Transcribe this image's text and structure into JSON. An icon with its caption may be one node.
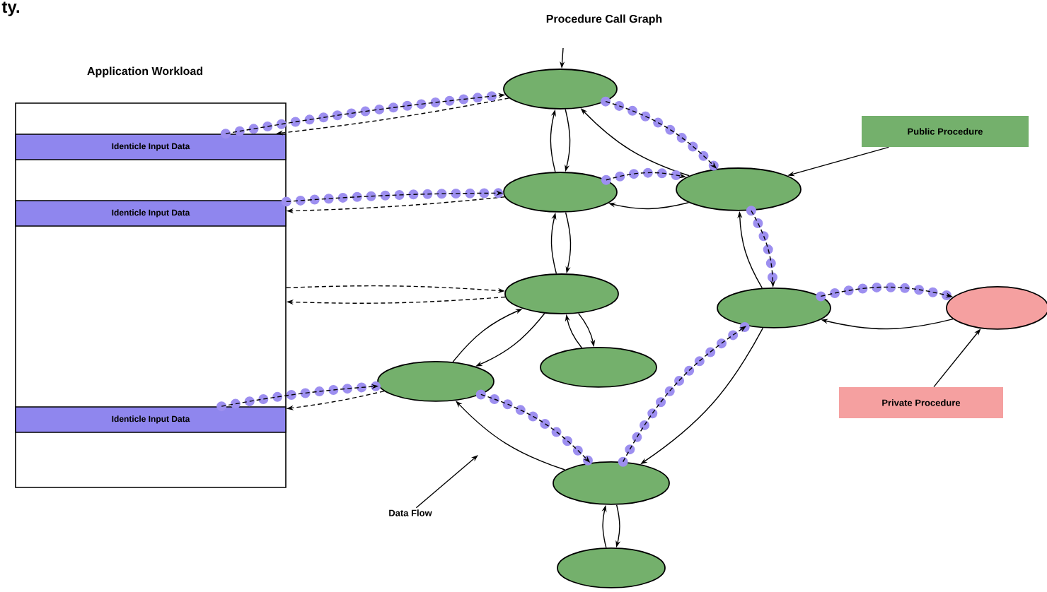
{
  "diagram": {
    "title": "Procedure Call Graph",
    "nodes": [
      {
        "text": [
          "Application Workload"
        ]
      },
      {
        "text": [
          "Identicle Input Data"
        ],
        "in": 0
      },
      {
        "text": [
          "Identicle Input Data"
        ],
        "in": 0
      },
      {
        "text": [
          "Identicle Input Data"
        ],
        "in": 0
      },
      {
        "text": [],
        "shape": "ellipse"
      },
      {
        "text": [],
        "shape": "ellipse"
      },
      {
        "text": [],
        "shape": "ellipse"
      },
      {
        "text": [
          "Public Procedure"
        ]
      },
      {
        "text": [],
        "shape": "ellipse"
      },
      {
        "text": [],
        "shape": "ellipse"
      },
      {
        "text": [],
        "shape": "ellipse"
      },
      {
        "text": [],
        "shape": "ellipse"
      },
      {
        "text": [],
        "shape": "ellipse"
      },
      {
        "text": [
          "Private Procedure"
        ]
      },
      {
        "text": [],
        "shape": "ellipse"
      },
      {
        "text": [
          "Data Flow"
        ]
      },
      {
        "text": [],
        "shape": "ellipse"
      }
    ],
    "edges": [
      {
        "from": 4,
        "to": 1,
        "arrow": "to",
        "style": "dashed"
      },
      {
        "from": 1,
        "to": 4,
        "arrow": "to",
        "style": "dashed",
        "color": "#9d8ff0"
      },
      {
        "from": 5,
        "to": 2,
        "arrow": "to",
        "style": "dashed"
      },
      {
        "from": 2,
        "to": 5,
        "arrow": "to",
        "style": "dashed",
        "color": "#9d8ff0"
      },
      {
        "from": 8,
        "to": 0,
        "arrow": "to",
        "style": "dashed"
      },
      {
        "from": 0,
        "to": 8,
        "arrow": "to",
        "style": "dashed"
      },
      {
        "from": 11,
        "to": 3,
        "arrow": "to",
        "style": "dashed"
      },
      {
        "from": 3,
        "to": 11,
        "arrow": "to",
        "style": "dashed",
        "color": "#9d8ff0"
      },
      {
        "from": 4,
        "to": 5,
        "arrow": "to"
      },
      {
        "from": 5,
        "to": 4,
        "arrow": "to"
      },
      {
        "from": 5,
        "to": 8,
        "arrow": "to"
      },
      {
        "from": 8,
        "to": 5,
        "arrow": "to"
      },
      {
        "from": 8,
        "to": 11,
        "arrow": "to"
      },
      {
        "from": 11,
        "to": 8,
        "arrow": "to"
      },
      {
        "from": 8,
        "to": 12,
        "arrow": "to"
      },
      {
        "from": 12,
        "to": 8,
        "arrow": "to"
      },
      {
        "from": 6,
        "to": 4,
        "arrow": "to"
      },
      {
        "from": 4,
        "to": 6,
        "arrow": "to",
        "style": "dashed",
        "color": "#9d8ff0"
      },
      {
        "from": 6,
        "to": 5,
        "arrow": "to"
      },
      {
        "from": 5,
        "to": 6,
        "arrow": "to",
        "style": "dashed",
        "color": "#9d8ff0"
      },
      {
        "from": 6,
        "to": 9,
        "arrow": "to",
        "style": "dashed",
        "color": "#9d8ff0"
      },
      {
        "from": 9,
        "to": 6,
        "arrow": "to"
      },
      {
        "from": 10,
        "to": 9,
        "arrow": "to"
      },
      {
        "from": 9,
        "to": 10,
        "arrow": "to",
        "style": "dashed",
        "color": "#9d8ff0"
      },
      {
        "from": 9,
        "to": 14,
        "arrow": "to"
      },
      {
        "from": 14,
        "to": 9,
        "arrow": "to",
        "style": "dashed",
        "color": "#9d8ff0"
      },
      {
        "from": 14,
        "to": 11,
        "arrow": "to"
      },
      {
        "from": 11,
        "to": 14,
        "arrow": "to",
        "style": "dashed",
        "color": "#9d8ff0"
      },
      {
        "from": 14,
        "to": 16,
        "arrow": "to"
      },
      {
        "from": 16,
        "to": 14,
        "arrow": "to"
      },
      {
        "from": 7,
        "to": 6,
        "arrow": "to"
      },
      {
        "from": 13,
        "to": 10,
        "arrow": "to"
      },
      {
        "from": 15,
        "to": null,
        "arrow": "to"
      },
      {
        "from": null,
        "to": 4,
        "arrow": "to"
      }
    ],
    "labels": [
      "ty."
    ]
  }
}
